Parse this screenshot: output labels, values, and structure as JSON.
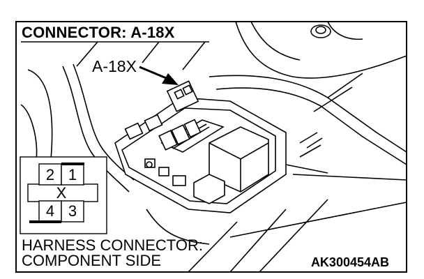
{
  "title": "CONNECTOR: A-18X",
  "callout_label": "A-18X",
  "connector_pins": {
    "pin_2": "2",
    "pin_1": "1",
    "key": "X",
    "pin_4": "4",
    "pin_3": "3"
  },
  "caption_line1": "HARNESS CONNECTOR:",
  "caption_line2": "COMPONENT SIDE",
  "figure_code": "AK300454AB",
  "colors": {
    "line": "#000000",
    "background": "#ffffff"
  }
}
